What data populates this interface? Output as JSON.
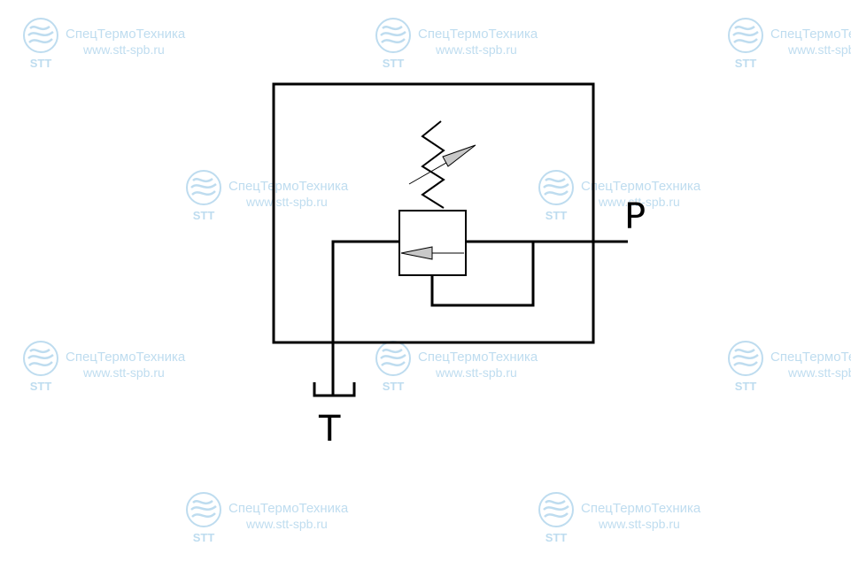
{
  "watermark": {
    "name": "СпецТермоТехника",
    "url": "www.stt-spb.ru",
    "abbr": "STT",
    "icon": "stt-wave-logo-icon",
    "color": "#1b86c8"
  },
  "diagram": {
    "type": "hydraulic-symbol",
    "ports": {
      "pressure": "P",
      "tank": "T"
    },
    "line_color": "#000000",
    "arrow_fill": "#c8c8c8"
  }
}
